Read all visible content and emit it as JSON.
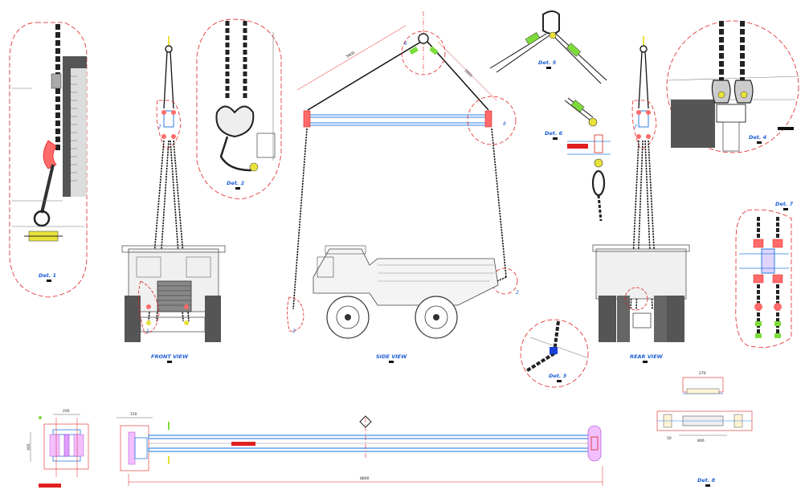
{
  "drawing": {
    "views": {
      "front_view": "FRONT VIEW",
      "side_view": "SIDE VIEW",
      "rear_view": "REAR VIEW"
    },
    "details": {
      "det1": "Det. 1",
      "det2": "Det. 2",
      "det3": "Det. 3",
      "det4": "Det. 4",
      "det5": "Det. 5",
      "det6": "Det. 6",
      "det7": "Det. 7",
      "det8": "Det. 8"
    },
    "callouts": {
      "c1": "1",
      "c2": "2",
      "c7": "7",
      "c8": "8",
      "c6": "6",
      "c2b": "2",
      "c7b": "7"
    },
    "dimensions": {
      "sling_left": "5800",
      "sling_right": "5800",
      "beam_length": "8800",
      "sec_a_w": "200",
      "sec_a_h": "300",
      "sec_b_w": "150",
      "det8_w": "270",
      "det8_b": "800",
      "det8_d": "50"
    },
    "colors": {
      "red": "#e02020",
      "blue": "#2a7de1",
      "green": "#7ddc3a",
      "yellow": "#e8e23a"
    }
  }
}
